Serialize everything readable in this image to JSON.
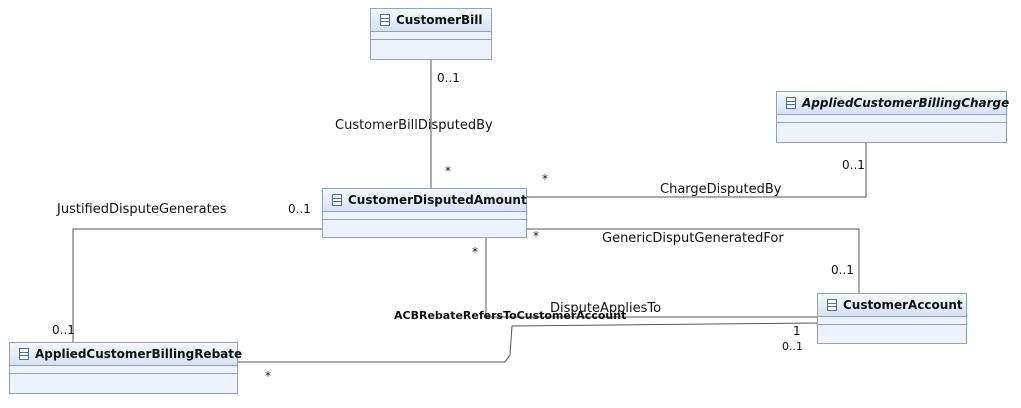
{
  "classes": {
    "customer_bill": "CustomerBill",
    "applied_customer_billing_charge": "AppliedCustomerBillingCharge",
    "customer_disputed_amount": "CustomerDisputedAmount",
    "applied_customer_billing_rebate": "AppliedCustomerBillingRebate",
    "customer_account": "CustomerAccount"
  },
  "associations": {
    "customer_bill_disputed_by": "CustomerBillDisputedBy",
    "charge_disputed_by": "ChargeDisputedBy",
    "justified_dispute_generates": "JustifiedDisputeGenerates",
    "generic_disput_generated_for": "GenericDisputGeneratedFor",
    "dispute_applies_to": "DisputeAppliesTo",
    "acb_rebate_refers_to_customer_account": "ACBRebateRefersToCustomerAccount"
  },
  "multiplicities": {
    "bill_end": "0..1",
    "bill_amount_end": "*",
    "charge_end": "0..1",
    "charge_amount_end": "*",
    "justified_amount_end": "0..1",
    "justified_rebate_end": "0..1",
    "generic_amount_end": "*",
    "generic_account_end": "0..1",
    "applies_amount_end": "*",
    "applies_account_end": "1",
    "rebate_account_end": "0..1",
    "rebate_rebate_end": "*"
  },
  "colors": {
    "class_border": "#8aa4c8",
    "class_fill": "#eef3fb",
    "line": "#555555"
  }
}
